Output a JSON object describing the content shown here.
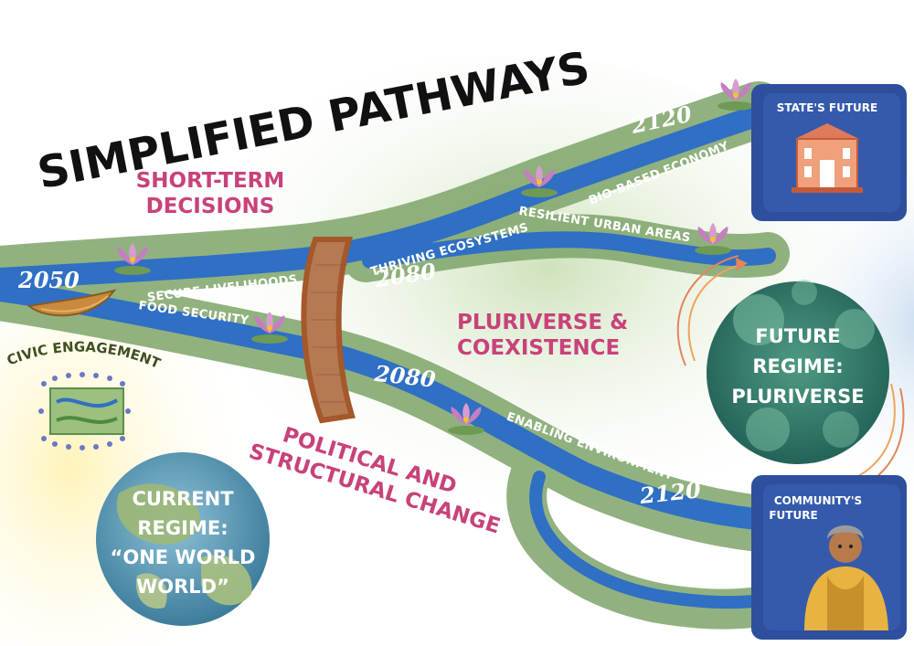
{
  "title": "SIMPLIFIED PATHWAYS",
  "themes": {
    "short_term": [
      "SHORT-TERM",
      "DECISIONS"
    ],
    "pluriverse": [
      "PLURIVERSE &",
      "COEXISTENCE"
    ],
    "political": [
      "POLITICAL AND",
      "STRUCTURAL CHANGE"
    ]
  },
  "years": {
    "start": "2050",
    "upper_mid": "2080",
    "lower_mid": "2080",
    "upper_end": "2120",
    "lower_end": "2120"
  },
  "pathways": {
    "secure_livelihoods": "SECURE LIVELIHOODS",
    "food_security": "FOOD SECURITY",
    "thriving_ecosystems": "THRIVING ECOSYSTEMS",
    "bio_based_economy": "BIO-BASED ECONOMY",
    "resilient_urban_areas": "RESILIENT URBAN AREAS",
    "enabling_environment": "ENABLING ENVIRONMENT"
  },
  "civic_engagement": "CIVIC ENGAGEMENT",
  "current_regime": [
    "CURRENT",
    "REGIME:",
    "“ONE WORLD",
    "WORLD”"
  ],
  "future_regime": [
    "FUTURE",
    "REGIME:",
    "PLURIVERSE"
  ],
  "states_future": "STATE'S FUTURE",
  "community_future": [
    "COMMUNITY'S",
    "FUTURE"
  ],
  "icons": [
    "boat-icon",
    "lotus-icon",
    "bridge-icon",
    "state-building-icon",
    "woman-portrait-icon",
    "people-circle-icon",
    "globe-icon"
  ],
  "colors": {
    "river": "#2f6fc4",
    "river_bank": "#6e9a5c",
    "accent_pink": "#c8427a",
    "title": "#111111"
  }
}
